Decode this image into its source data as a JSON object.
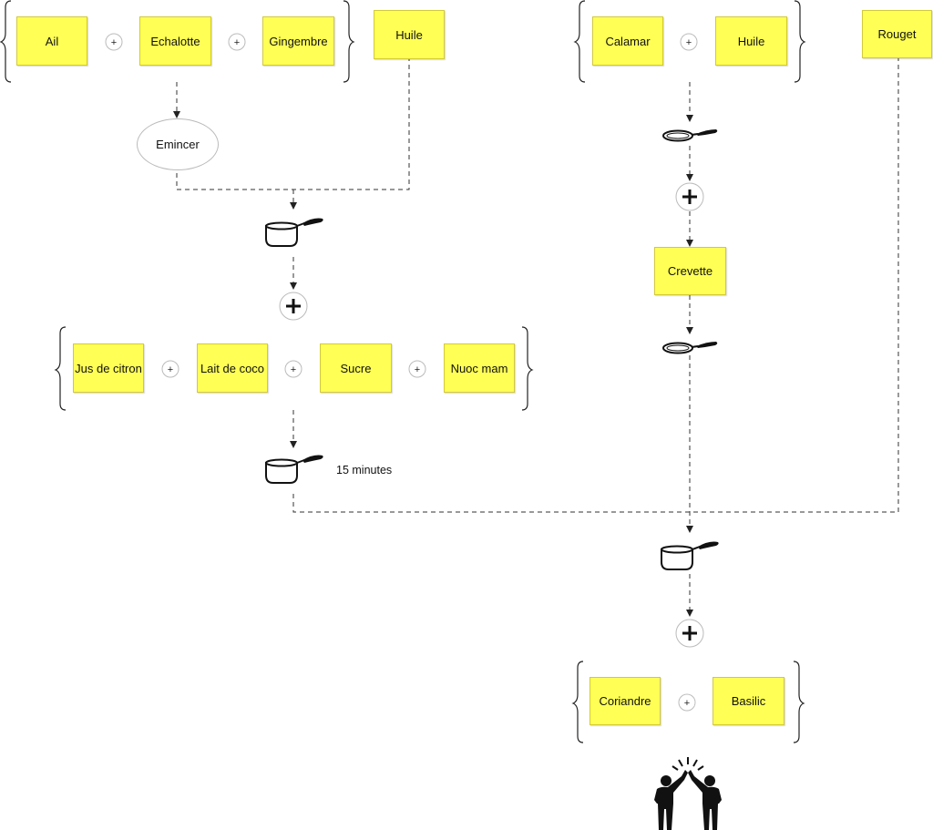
{
  "notes": {
    "ail": "Ail",
    "echalotte": "Echalotte",
    "gingembre": "Gingembre",
    "huile_left": "Huile",
    "calamar": "Calamar",
    "huile_right": "Huile",
    "rouget": "Rouget",
    "crevette": "Crevette",
    "jus_de_citron": "Jus de citron",
    "lait_de_coco": "Lait de coco",
    "sucre": "Sucre",
    "nuoc_mam": "Nuoc mam",
    "coriandre": "Coriandre",
    "basilic": "Basilic"
  },
  "steps": {
    "emincer": "Emincer",
    "cook_time": "15 minutes"
  },
  "colors": {
    "note_fill": "#ffff55",
    "line": "#222222"
  },
  "icons": [
    "saucepan-icon",
    "frying-pan-icon",
    "plus-icon",
    "high-five-icon",
    "curly-brace-icon"
  ]
}
